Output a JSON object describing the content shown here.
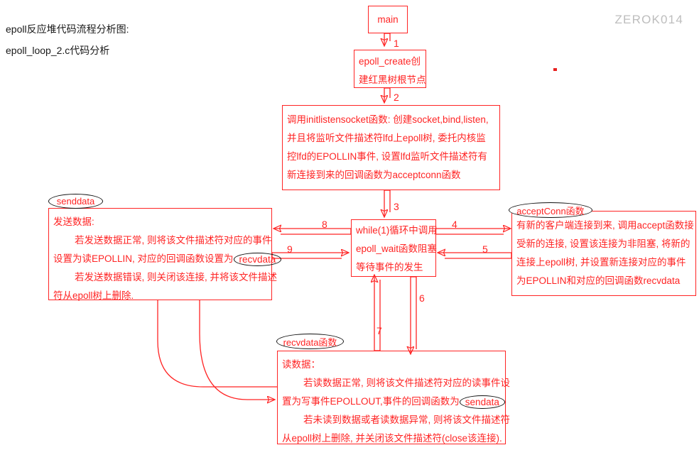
{
  "page": {
    "title_line1": "epoll反应堆代码流程分析图:",
    "title_line2": "epoll_loop_2.c代码分析",
    "watermark": "ZEROK014",
    "stroke_color": "#ff2424",
    "ellipse_color": "#111111",
    "title_color": "#1a1a1a",
    "watermark_color": "#bdbdbd"
  },
  "nodes": {
    "main": {
      "label": "main"
    },
    "epoll_create": {
      "line1": "epoll_create创",
      "line2": "建红黑树根节点"
    },
    "initlistensocket": {
      "line1": "调用initlistensocket函数: 创建socket,bind,listen,",
      "line2": "并且将监听文件描述符lfd上epoll树, 委托内核监",
      "line3": "控lfd的EPOLLIN事件, 设置lfd监听文件描述符有",
      "line4": "新连接到来的回调函数为acceptconn函数"
    },
    "while_loop": {
      "line1": "while(1)循环中调用",
      "line2": "epoll_wait函数阻塞",
      "line3": "等待事件的发生"
    },
    "accept_conn": {
      "tag": "acceptConn函数",
      "line1": "有新的客户端连接到来, 调用accept函数接",
      "line2": "受新的连接, 设置该连接为非阻塞, 将新的",
      "line3": "连接上epoll树, 并设置新连接对应的事件",
      "line4": "为EPOLLIN和对应的回调函数recvdata"
    },
    "senddata": {
      "tag": "senddata",
      "line1": "发送数据:",
      "line2_a": "若发送数据正常, 则将该文件描述符对应的事件",
      "line3_a": "设置为读EPOLLIN, 对应的回调函数设置为",
      "line3_ellipse": "recvdata",
      "line4_a": "若发送数据错误, 则关闭该连接, 并将该文件描述",
      "line5_a": "符从epoll树上删除."
    },
    "recvdata": {
      "tag": "recvdata函数",
      "line1": "读数据：",
      "line2_a": "若读数据正常, 则将该文件描述符对应的读事件设",
      "line3_a": "置为写事件EPOLLOUT",
      "line3_b": ",事件的回调函数为",
      "line3_ellipse": "sendata",
      "line4_a": "若未读到数据或者读数据异常, 则将该文件描述符",
      "line5_a": "从epoll树上删除, 并关闭该文件描述符(close该连接)."
    }
  },
  "edges": [
    {
      "id": "1",
      "label": "1",
      "from": "main",
      "to": "epoll_create",
      "direction": "down"
    },
    {
      "id": "2",
      "label": "2",
      "from": "epoll_create",
      "to": "initlistensocket",
      "direction": "down"
    },
    {
      "id": "3",
      "label": "3",
      "from": "initlistensocket",
      "to": "while_loop",
      "direction": "down"
    },
    {
      "id": "4",
      "label": "4",
      "from": "while_loop",
      "to": "accept_conn",
      "direction": "right"
    },
    {
      "id": "5",
      "label": "5",
      "from": "accept_conn",
      "to": "while_loop",
      "direction": "left"
    },
    {
      "id": "6",
      "label": "6",
      "from": "while_loop",
      "to": "recvdata",
      "direction": "down"
    },
    {
      "id": "7",
      "label": "7",
      "from": "recvdata",
      "to": "while_loop",
      "direction": "up"
    },
    {
      "id": "8",
      "label": "8",
      "from": "while_loop",
      "to": "senddata",
      "direction": "left"
    },
    {
      "id": "9",
      "label": "9",
      "from": "senddata",
      "to": "while_loop",
      "direction": "right"
    }
  ]
}
